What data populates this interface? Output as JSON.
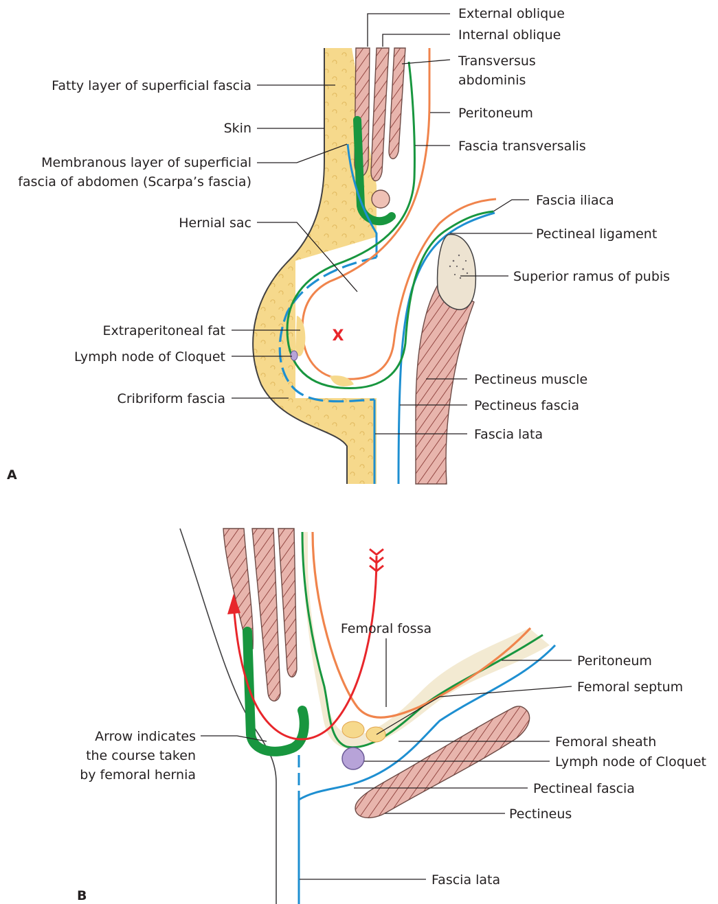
{
  "colors": {
    "fat": "#f6d98c",
    "fat_outline": "#414042",
    "fascia_blue": "#1e8fd1",
    "green": "#18963f",
    "peritoneum_orange": "#f0844c",
    "muscle_fill": "#e8b5ad",
    "muscle_hatch": "#8a3b37",
    "bone_fill": "#ede3d1",
    "lymph_purple": "#b7a3d8",
    "arrow_red": "#e8262b",
    "sheath_fill": "#f3ead2"
  },
  "panel_a": {
    "letter": "A",
    "marker": "X",
    "labels": {
      "external_oblique": "External oblique",
      "internal_oblique": "Internal oblique",
      "transversus_1": "Transversus",
      "transversus_2": "abdominis",
      "peritoneum": "Peritoneum",
      "fascia_transversalis": "Fascia transversalis",
      "fascia_iliaca": "Fascia iliaca",
      "pectineal_ligament": "Pectineal ligament",
      "superior_ramus": "Superior ramus of pubis",
      "pectineus_muscle": "Pectineus muscle",
      "pectineus_fascia": "Pectineus fascia",
      "fascia_lata": "Fascia lata",
      "fatty_layer": "Fatty layer of superficial fascia",
      "skin": "Skin",
      "membranous_1": "Membranous layer of superficial",
      "membranous_2": "fascia of abdomen (Scarpa’s fascia)",
      "hernial_sac": "Hernial sac",
      "extraperitoneal_fat": "Extraperitoneal fat",
      "lymph_node": "Lymph node of Cloquet",
      "cribriform_fascia": "Cribriform fascia"
    }
  },
  "panel_b": {
    "letter": "B",
    "labels": {
      "femoral_fossa": "Femoral fossa",
      "peritoneum": "Peritoneum",
      "femoral_septum": "Femoral septum",
      "femoral_sheath": "Femoral sheath",
      "lymph_node": "Lymph node of Cloquet",
      "pectineal_fascia": "Pectineal fascia",
      "pectineus": "Pectineus",
      "fascia_lata": "Fascia lata",
      "arrow_1": "Arrow indicates",
      "arrow_2": "the course taken",
      "arrow_3": "by femoral hernia"
    }
  }
}
